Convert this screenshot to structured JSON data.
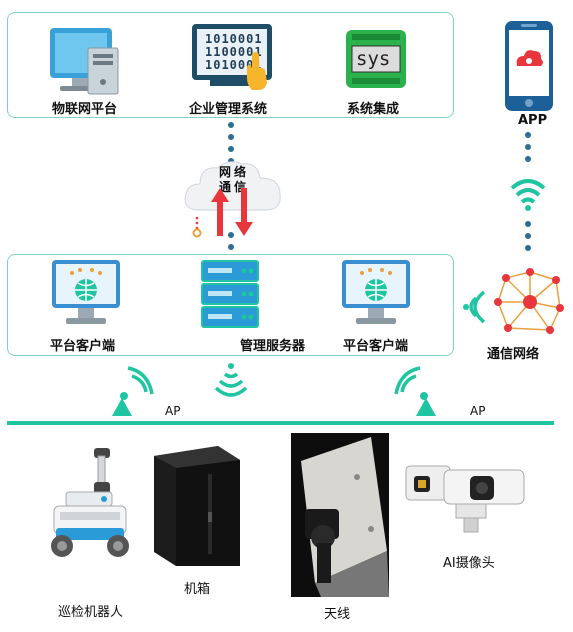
{
  "top_panel": {
    "items": [
      {
        "label": "物联网平台"
      },
      {
        "label": "企业管理系统",
        "screen_lines": [
          "1010001",
          "1100001",
          "1010001"
        ]
      },
      {
        "label": "系统集成",
        "icon_text": "sys"
      }
    ]
  },
  "app": {
    "label": "APP"
  },
  "cloud": {
    "text": [
      "网",
      "络",
      "通",
      "信"
    ]
  },
  "middle_panel": {
    "items": [
      {
        "label": "平台客户端"
      },
      {
        "label": "管理服务器"
      },
      {
        "label": "平台客户端"
      }
    ]
  },
  "network": {
    "label": "通信网络"
  },
  "ap": {
    "left": "AP",
    "right": "AP"
  },
  "devices": [
    {
      "label": "巡检机器人"
    },
    {
      "label": "机箱"
    },
    {
      "label": "天线"
    },
    {
      "label": "AI摄像头"
    }
  ],
  "colors": {
    "panel_border": "#7fd3c6",
    "accent_green": "#1fc5a1",
    "dot_blue": "#2c6e95",
    "arrow_red": "#e8363d"
  }
}
